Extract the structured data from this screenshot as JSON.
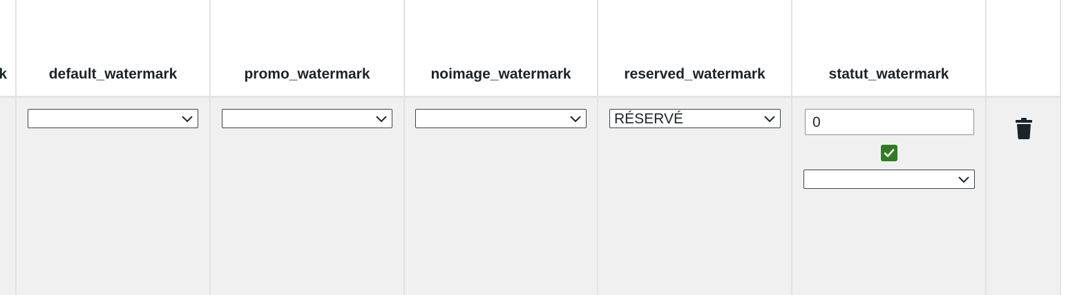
{
  "table": {
    "columns": [
      {
        "key": "cut",
        "label": "k"
      },
      {
        "key": "default_watermark",
        "label": "default_watermark"
      },
      {
        "key": "promo_watermark",
        "label": "promo_watermark"
      },
      {
        "key": "noimage_watermark",
        "label": "noimage_watermark"
      },
      {
        "key": "reserved_watermark",
        "label": "reserved_watermark"
      },
      {
        "key": "statut_watermark",
        "label": "statut_watermark"
      }
    ],
    "row": {
      "default_watermark": "",
      "promo_watermark": "",
      "noimage_watermark": "",
      "reserved_watermark": "RÉSERVÉ",
      "statut_value": "0",
      "statut_checked": true,
      "statut_select": ""
    }
  },
  "icons": {
    "select_chevron": "chevron-down-icon",
    "checkbox_check": "check-icon",
    "delete": "trash-icon"
  },
  "colors": {
    "header_bg": "#ffffff",
    "row_bg": "#f0f0f1",
    "checkbox_green": "#2e7d23",
    "text": "#1d2327"
  }
}
